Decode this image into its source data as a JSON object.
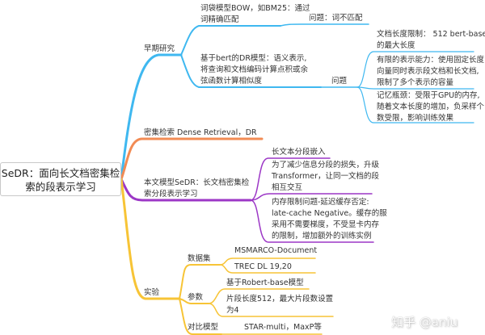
{
  "colors": {
    "blue": "#3fb8f0",
    "orange": "#f28b54",
    "purple": "#9c37c6",
    "yellow": "#f7c436"
  },
  "root": {
    "line1": "SeDR：面向长文档密集检",
    "line2": "索的段表示学习"
  },
  "early": {
    "label": "早期研究",
    "bow": {
      "line1": "词袋模型BOW，如BM25：通过",
      "line2": "词精确匹配",
      "problem": "问题：词不匹配"
    },
    "bert": {
      "line1": "基于bert的DR模型：语义表示,",
      "line2": "将查询和文档编码计算点积或余",
      "line3": "弦函数计算相似度",
      "problem_label": "问题",
      "problems": [
        [
          "文档长度限制： 512 bert-base",
          "的最大长度"
        ],
        [
          "有限的表示能力：使用固定长度",
          "向量同时表示段文档和长文档,",
          "限制了多个表示的容量"
        ],
        [
          "记忆瓶颈：受限于GPU的内存,",
          "随着文本长度的增加，负采样个",
          "数受限，影响训练效果"
        ]
      ]
    }
  },
  "dense": {
    "label": "密集检索 Dense Retrieval，DR"
  },
  "sedr": {
    "line1": "本文模型SeDR：长文档密集检",
    "line2": "索分段表示学习",
    "items": [
      [
        "长文本分段嵌入"
      ],
      [
        "为了减少信息分段的损失，升级",
        "Transformer，让同一文档的段",
        "相互交互"
      ],
      [
        "内存限制问题-延迟缓存否定:",
        "late-cache Negative。缓存的服",
        "采用不需要梯度，不受显卡内存",
        "的限制，增加额外的训练实例"
      ]
    ]
  },
  "exp": {
    "label": "实验",
    "dataset": {
      "label": "数据集",
      "items": [
        "MSMARCO-Document",
        "TREC DL 19,20"
      ]
    },
    "params": {
      "label": "参数",
      "items": [
        [
          "基于Robert-base模型"
        ],
        [
          "片段长度512，最大片段数设置",
          "为4"
        ]
      ]
    },
    "compare": {
      "label": "对比模型",
      "items": [
        "STAR-multi，MaxP等"
      ]
    }
  },
  "watermark": "知乎 @aniu"
}
